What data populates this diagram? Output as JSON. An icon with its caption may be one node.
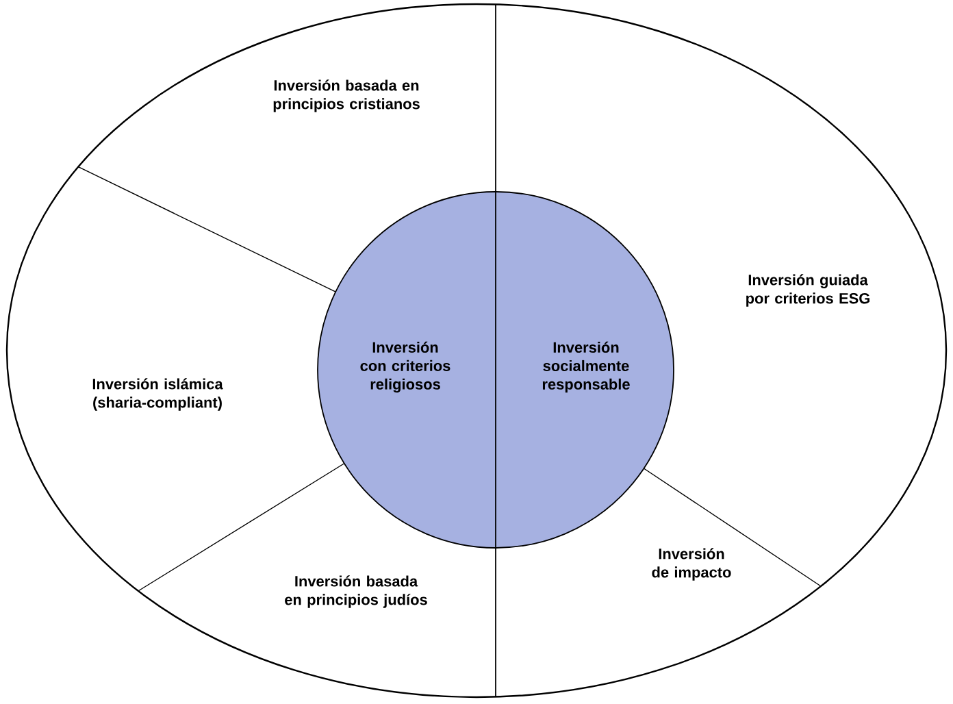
{
  "diagram": {
    "nodes": [
      {
        "text": [
          "Inversión basada en principios cristianos"
        ]
      },
      {
        "text": [
          "Inversión guiada por criterios ESG"
        ]
      },
      {
        "text": [
          "Inversión con criterios religiosos"
        ]
      },
      {
        "text": [
          "Inversión socialmente responsable"
        ]
      },
      {
        "text": [
          "Inversión islámica (sharia-compliant)"
        ]
      },
      {
        "text": [
          "Inversión basada en principios judíos"
        ]
      },
      {
        "text": [
          "Inversión de impacto"
        ]
      }
    ]
  }
}
